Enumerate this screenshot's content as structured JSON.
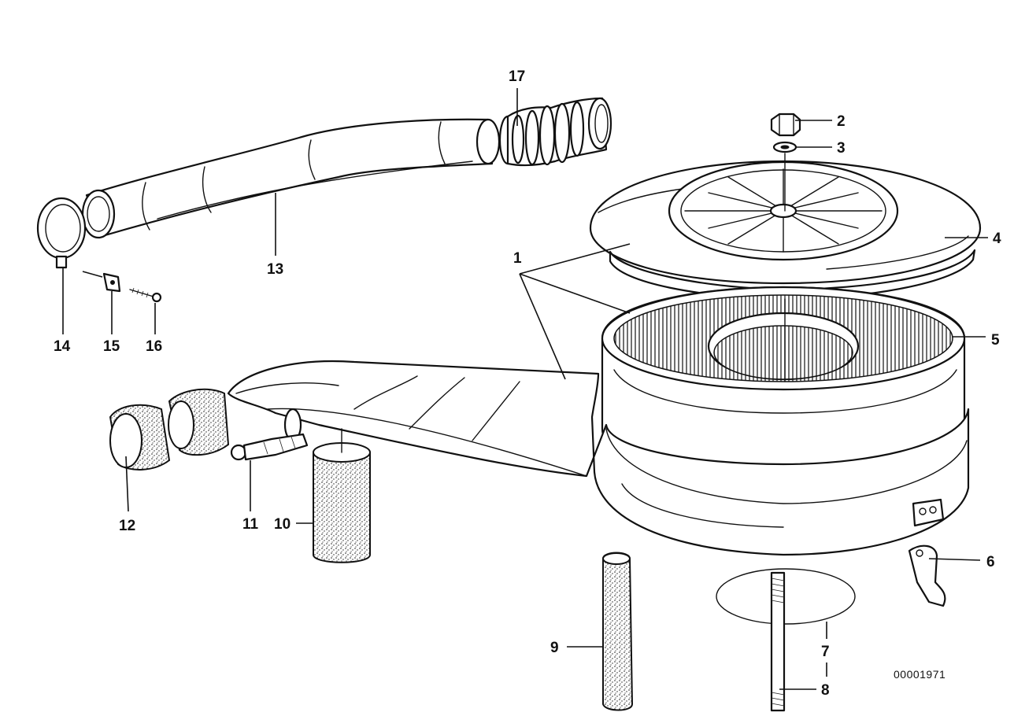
{
  "diagram": {
    "reference_number": "00001971",
    "callouts": [
      {
        "id": "1",
        "text": "1"
      },
      {
        "id": "2",
        "text": "2"
      },
      {
        "id": "3",
        "text": "3"
      },
      {
        "id": "4",
        "text": "4"
      },
      {
        "id": "5",
        "text": "5"
      },
      {
        "id": "6",
        "text": "6"
      },
      {
        "id": "7",
        "text": "7"
      },
      {
        "id": "8",
        "text": "8"
      },
      {
        "id": "9",
        "text": "9"
      },
      {
        "id": "10",
        "text": "10"
      },
      {
        "id": "11",
        "text": "11"
      },
      {
        "id": "12",
        "text": "12"
      },
      {
        "id": "13",
        "text": "13"
      },
      {
        "id": "14",
        "text": "14"
      },
      {
        "id": "15",
        "text": "15"
      },
      {
        "id": "16",
        "text": "16"
      },
      {
        "id": "17",
        "text": "17"
      }
    ]
  }
}
